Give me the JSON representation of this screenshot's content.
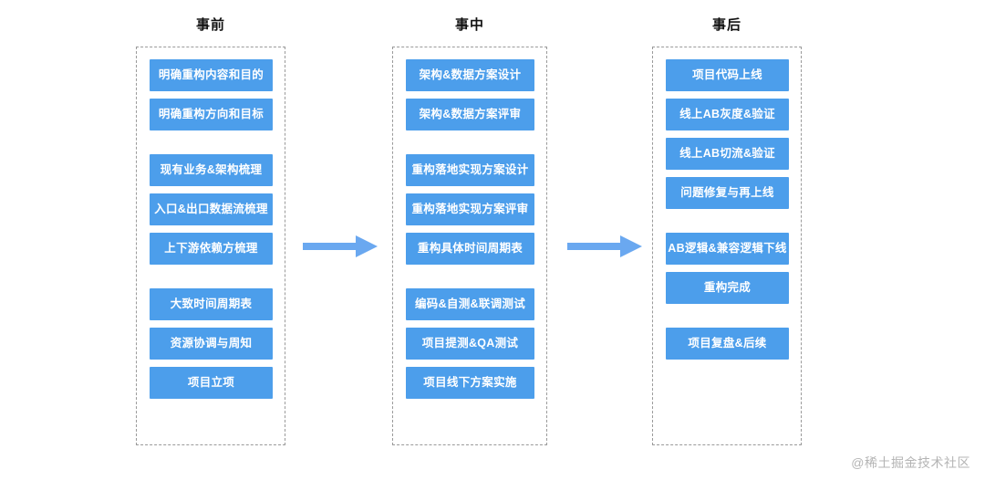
{
  "diagram": {
    "type": "three-phase-flow",
    "accent_color": "#4c9eeb",
    "frame_border_color": "#9a9a9a",
    "background": "#ffffff",
    "columns": [
      {
        "id": "before",
        "title": "事前",
        "groups": [
          {
            "steps": [
              "明确重构内容和目的",
              "明确重构方向和目标"
            ]
          },
          {
            "steps": [
              "现有业务&架构梳理",
              "入口&出口数据流梳理",
              "上下游依赖方梳理"
            ]
          },
          {
            "steps": [
              "大致时间周期表",
              "资源协调与周知",
              "项目立项"
            ]
          }
        ]
      },
      {
        "id": "during",
        "title": "事中",
        "groups": [
          {
            "steps": [
              "架构&数据方案设计",
              "架构&数据方案评审"
            ]
          },
          {
            "steps": [
              "重构落地实现方案设计",
              "重构落地实现方案评审",
              "重构具体时间周期表"
            ]
          },
          {
            "steps": [
              "编码&自测&联调测试",
              "项目提测&QA测试",
              "项目线下方案实施"
            ]
          }
        ]
      },
      {
        "id": "after",
        "title": "事后",
        "groups": [
          {
            "steps": [
              "项目代码上线",
              "线上AB灰度&验证",
              "线上AB切流&验证",
              "问题修复与再上线"
            ]
          },
          {
            "steps": [
              "AB逻辑&兼容逻辑下线",
              "重构完成"
            ]
          },
          {
            "steps": [
              "项目复盘&后续"
            ]
          }
        ]
      }
    ],
    "arrows": [
      {
        "id": "arrow-before-to-during",
        "color": "#6aa8f0"
      },
      {
        "id": "arrow-during-to-after",
        "color": "#6aa8f0"
      }
    ]
  },
  "watermark": {
    "text": "@稀土掘金技术社区"
  }
}
